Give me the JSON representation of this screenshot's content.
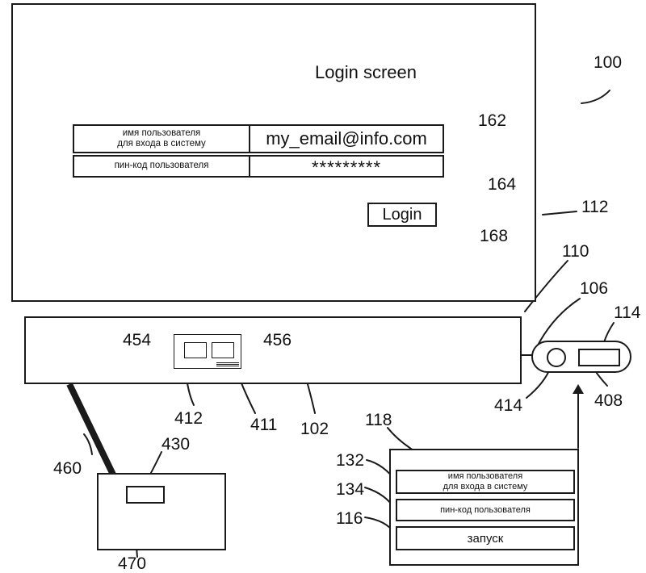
{
  "login_screen": {
    "title": "Login screen",
    "username_label_line1": "имя пользователя",
    "username_label_line2": "для входа в систему",
    "username_value": "my_email@info.com",
    "pin_label": "пин-код пользователя",
    "pin_value": "*********",
    "login_button": "Login"
  },
  "token_card": {
    "username_label_line1": "имя пользователя",
    "username_label_line2": "для входа в систему",
    "pin_label": "пин-код пользователя",
    "launch_label": "запуск"
  },
  "ref_numbers": {
    "r100": "100",
    "r162": "162",
    "r164": "164",
    "r168": "168",
    "r112": "112",
    "r110": "110",
    "r106": "106",
    "r114": "114",
    "r454": "454",
    "r456": "456",
    "r412": "412",
    "r411": "411",
    "r102": "102",
    "r414": "414",
    "r408": "408",
    "r118": "118",
    "r430": "430",
    "r460": "460",
    "r470": "470",
    "r132": "132",
    "r134": "134",
    "r116": "116"
  }
}
